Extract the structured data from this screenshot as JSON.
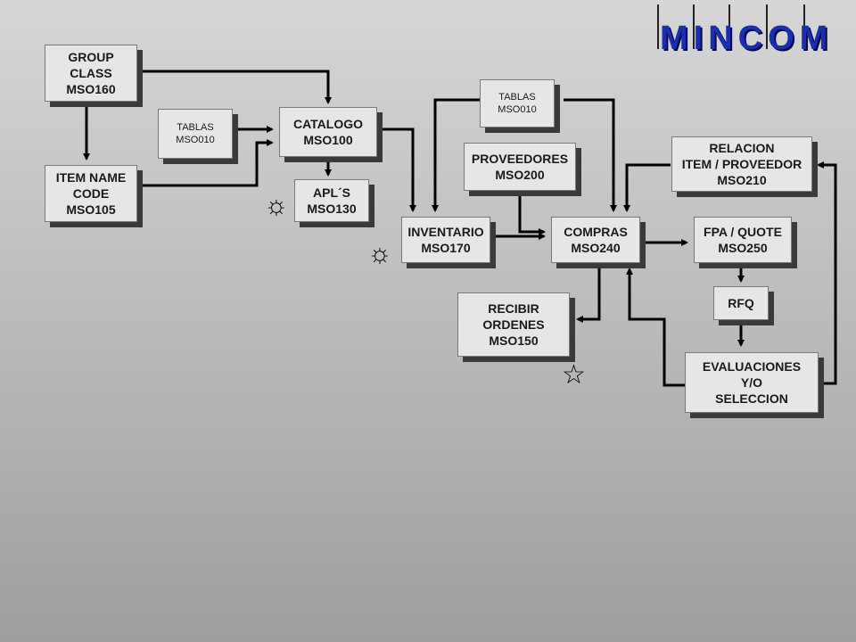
{
  "logo": {
    "text": "MINCOM"
  },
  "boxes": {
    "group_class": "GROUP\nCLASS\nMSO160",
    "item_name": "ITEM NAME\nCODE\nMSO105",
    "tablas_1": "TABLAS\nMSO010",
    "catalogo": "CATALOGO\nMSO100",
    "apls": "APL´S\nMSO130",
    "tablas_2": "TABLAS\nMSO010",
    "proveedores": "PROVEEDORES\nMSO200",
    "inventario": "INVENTARIO\nMSO170",
    "compras": "COMPRAS\nMSO240",
    "recibir": "RECIBIR\nORDENES\nMSO150",
    "relacion": "RELACION\nITEM / PROVEEDOR\nMSO210",
    "fpa": "FPA / QUOTE\nMSO250",
    "rfq": "RFQ",
    "evaluaciones": "EVALUACIONES\nY/O\nSELECCION"
  },
  "marks": {
    "sun": "☼",
    "star": "☆"
  }
}
